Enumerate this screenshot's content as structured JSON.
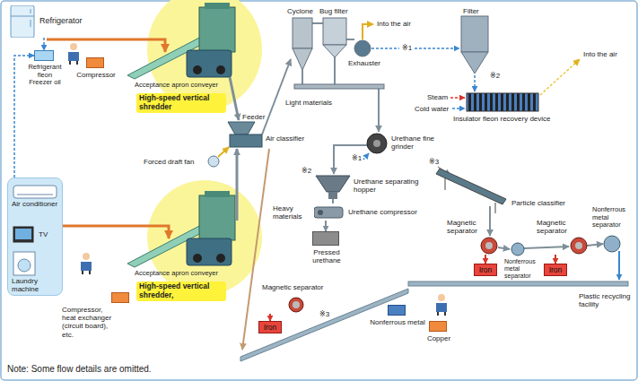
{
  "diagram": {
    "nodes": [
      {
        "text": [
          "Refrigerator"
        ]
      },
      {
        "text": [
          "Refrigerant fleon Freezer oil"
        ]
      },
      {
        "text": [
          "Compressor"
        ]
      },
      {
        "text": [
          "High-speed vertical shredder"
        ]
      },
      {
        "text": [
          "Urethane compressor"
        ]
      },
      {
        "text": [
          "Pressed urethane"
        ]
      },
      {
        "text": [
          "Magnetic separator"
        ]
      },
      {
        "text": [
          "Iron"
        ]
      },
      {
        "text": [
          "Magnetic separator"
        ]
      },
      {
        "text": [
          "Iron"
        ]
      },
      {
        "text": [
          "Air conditioner",
          "TV",
          "Laundry machine"
        ]
      },
      {
        "text": [
          "Compressor, heat exchanger (circuit board), etc."
        ]
      },
      {
        "text": [
          "High-speed vertical shredder,"
        ]
      },
      {
        "text": [
          "Magnetic separator"
        ]
      },
      {
        "text": [
          "Iron"
        ]
      },
      {
        "text": [
          "Nonferrous metal"
        ]
      },
      {
        "text": [
          "Copper"
        ]
      }
    ],
    "edges": [
      {
        "from": 0,
        "to": 1,
        "arrow": "to"
      },
      {
        "from": 10,
        "to": 1,
        "arrow": "to"
      },
      {
        "from": 4,
        "to": 5,
        "arrow": "to"
      },
      {
        "from": 6,
        "to": 7,
        "arrow": "to"
      },
      {
        "from": 8,
        "to": 9,
        "arrow": "to"
      },
      {
        "from": 13,
        "to": 14,
        "arrow": "to"
      }
    ],
    "labels": [
      "Acceptance apron conveyer",
      "Feeder",
      "Forced draft fan",
      "Air classifier",
      "Light materials",
      "Heavy materials",
      "Cyclone",
      "Bug filter",
      "Into the air",
      "Exhauster",
      "※1",
      "Filter",
      "※2",
      "Into the air",
      "Steam",
      "Cold water",
      "Insulator fleon recovery device",
      "Urethane fine grinder",
      "※1",
      "※2",
      "Urethane separating hopper",
      "※3",
      "Particle classifier",
      "Nonferrous metal separator",
      "Nonferrous metal separator",
      "Plastic recycling facility",
      "Acceptance apron conveyer",
      "※3",
      "Note: Some flow details are omitted."
    ]
  }
}
